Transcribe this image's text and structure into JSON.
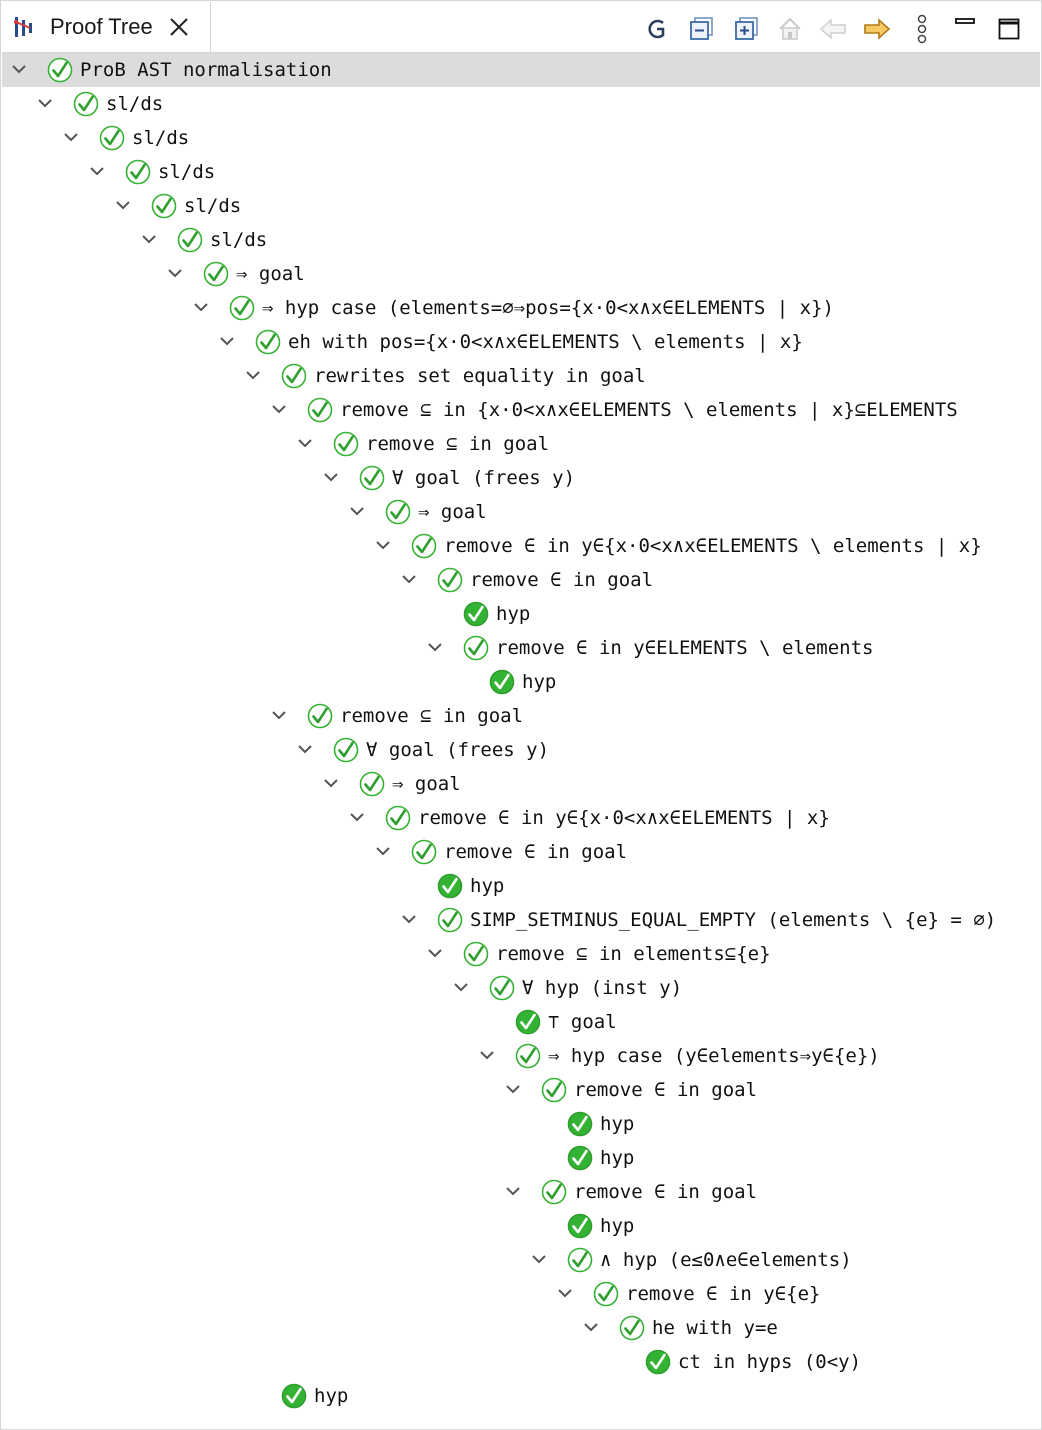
{
  "view": {
    "title": "Proof Tree",
    "icon": "proof-tree-view-icon"
  },
  "toolbar": [
    {
      "name": "g-button",
      "icon": "g-letter-icon"
    },
    {
      "name": "collapse-all-button",
      "icon": "collapse-all-icon"
    },
    {
      "name": "expand-all-button",
      "icon": "expand-all-icon"
    },
    {
      "name": "home-button",
      "icon": "home-icon"
    },
    {
      "name": "back-button",
      "icon": "back-arrow-icon"
    },
    {
      "name": "forward-button",
      "icon": "forward-arrow-icon"
    },
    {
      "name": "view-menu-button",
      "icon": "kebab-menu-icon"
    },
    {
      "name": "minimize-button",
      "icon": "minimize-icon"
    },
    {
      "name": "maximize-button",
      "icon": "maximize-icon"
    }
  ],
  "colors": {
    "check_green": "#33b233",
    "check_border": "#2e9e2e",
    "selected_row": "#dcdcdc",
    "arrow_orange": "#e8a42c"
  },
  "tree": [
    {
      "label": "ProB AST normalisation",
      "depth": 0,
      "expanded": true,
      "leaf": false
    },
    {
      "label": "sl/ds",
      "depth": 1,
      "expanded": true,
      "leaf": false
    },
    {
      "label": "sl/ds",
      "depth": 2,
      "expanded": true,
      "leaf": false
    },
    {
      "label": "sl/ds",
      "depth": 3,
      "expanded": true,
      "leaf": false
    },
    {
      "label": "sl/ds",
      "depth": 4,
      "expanded": true,
      "leaf": false
    },
    {
      "label": "sl/ds",
      "depth": 5,
      "expanded": true,
      "leaf": false
    },
    {
      "label": "⇒ goal",
      "depth": 6,
      "expanded": true,
      "leaf": false
    },
    {
      "label": "⇒ hyp case (elements=∅⇒pos={x·0<x∧x∈ELEMENTS | x})",
      "depth": 7,
      "expanded": true,
      "leaf": false
    },
    {
      "label": "eh with pos={x·0<x∧x∈ELEMENTS \\ elements | x}",
      "depth": 8,
      "expanded": true,
      "leaf": false
    },
    {
      "label": "rewrites set equality in goal",
      "depth": 9,
      "expanded": true,
      "leaf": false
    },
    {
      "label": "remove ⊆ in {x·0<x∧x∈ELEMENTS \\ elements | x}⊆ELEMENTS",
      "depth": 10,
      "expanded": true,
      "leaf": false
    },
    {
      "label": "remove ⊆ in goal",
      "depth": 11,
      "expanded": true,
      "leaf": false
    },
    {
      "label": "∀ goal (frees y)",
      "depth": 12,
      "expanded": true,
      "leaf": false
    },
    {
      "label": "⇒ goal",
      "depth": 13,
      "expanded": true,
      "leaf": false
    },
    {
      "label": "remove ∈ in y∈{x·0<x∧x∈ELEMENTS \\ elements | x}",
      "depth": 14,
      "expanded": true,
      "leaf": false
    },
    {
      "label": "remove ∈ in goal",
      "depth": 15,
      "expanded": true,
      "leaf": false
    },
    {
      "label": "hyp",
      "depth": 16,
      "expanded": false,
      "leaf": true
    },
    {
      "label": "remove ∈ in y∈ELEMENTS \\ elements",
      "depth": 16,
      "expanded": true,
      "leaf": false
    },
    {
      "label": "hyp",
      "depth": 17,
      "expanded": false,
      "leaf": true
    },
    {
      "label": "remove ⊆ in goal",
      "depth": 10,
      "expanded": true,
      "leaf": false
    },
    {
      "label": "∀ goal (frees y)",
      "depth": 11,
      "expanded": true,
      "leaf": false
    },
    {
      "label": "⇒ goal",
      "depth": 12,
      "expanded": true,
      "leaf": false
    },
    {
      "label": "remove ∈ in y∈{x·0<x∧x∈ELEMENTS | x}",
      "depth": 13,
      "expanded": true,
      "leaf": false
    },
    {
      "label": "remove ∈ in goal",
      "depth": 14,
      "expanded": true,
      "leaf": false
    },
    {
      "label": "hyp",
      "depth": 15,
      "expanded": false,
      "leaf": true
    },
    {
      "label": "SIMP_SETMINUS_EQUAL_EMPTY (elements \\ {e} = ∅)",
      "depth": 15,
      "expanded": true,
      "leaf": false
    },
    {
      "label": "remove ⊆ in elements⊆{e}",
      "depth": 16,
      "expanded": true,
      "leaf": false
    },
    {
      "label": "∀ hyp (inst y)",
      "depth": 17,
      "expanded": true,
      "leaf": false
    },
    {
      "label": "⊤ goal",
      "depth": 18,
      "expanded": false,
      "leaf": true
    },
    {
      "label": "⇒ hyp case (y∈elements⇒y∈{e})",
      "depth": 18,
      "expanded": true,
      "leaf": false
    },
    {
      "label": "remove ∈ in goal",
      "depth": 19,
      "expanded": true,
      "leaf": false
    },
    {
      "label": "hyp",
      "depth": 20,
      "expanded": false,
      "leaf": true
    },
    {
      "label": "hyp",
      "depth": 20,
      "expanded": false,
      "leaf": true
    },
    {
      "label": "remove ∈ in goal",
      "depth": 19,
      "expanded": true,
      "leaf": false
    },
    {
      "label": "hyp",
      "depth": 20,
      "expanded": false,
      "leaf": true
    },
    {
      "label": "∧ hyp (e≤0∧e∈elements)",
      "depth": 20,
      "expanded": true,
      "leaf": false
    },
    {
      "label": "remove ∈ in y∈{e}",
      "depth": 21,
      "expanded": true,
      "leaf": false
    },
    {
      "label": "he with y=e",
      "depth": 22,
      "expanded": true,
      "leaf": false
    },
    {
      "label": "ct in hyps (0<y)",
      "depth": 23,
      "expanded": false,
      "leaf": true
    },
    {
      "label": "hyp",
      "depth": 9,
      "expanded": false,
      "leaf": true
    }
  ]
}
